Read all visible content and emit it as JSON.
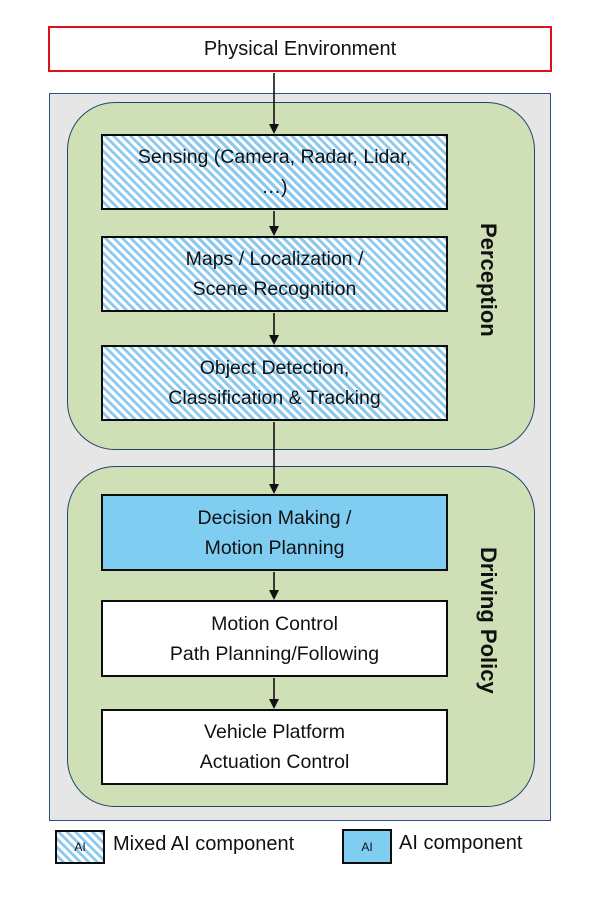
{
  "environment": {
    "label": "Physical Environment"
  },
  "groups": {
    "perception": {
      "label": "Perception",
      "steps": [
        {
          "lines": [
            "Sensing (Camera, Radar, Lidar,",
            "…)"
          ],
          "kind": "mixed-ai"
        },
        {
          "lines": [
            "Maps / Localization /",
            "Scene Recognition"
          ],
          "kind": "mixed-ai"
        },
        {
          "lines": [
            "Object Detection,",
            "Classification & Tracking"
          ],
          "kind": "mixed-ai"
        }
      ]
    },
    "driving_policy": {
      "label": "Driving Policy",
      "steps": [
        {
          "lines": [
            "Decision Making /",
            "Motion Planning"
          ],
          "kind": "ai"
        },
        {
          "lines": [
            "Motion Control",
            "Path Planning/Following"
          ],
          "kind": "none"
        },
        {
          "lines": [
            "Vehicle Platform",
            "Actuation Control"
          ],
          "kind": "none"
        }
      ]
    }
  },
  "legend": {
    "mixed": {
      "tag": "AI",
      "label": "Mixed AI component"
    },
    "ai": {
      "tag": "AI",
      "label": "AI component"
    }
  },
  "colors": {
    "environment_border": "#e0101a",
    "group_fill": "#cfdfb6",
    "ai_fill": "#7fcdf0",
    "hatch_stripe": "#8dc9ee",
    "outer_panel": "#e6e6e6"
  }
}
